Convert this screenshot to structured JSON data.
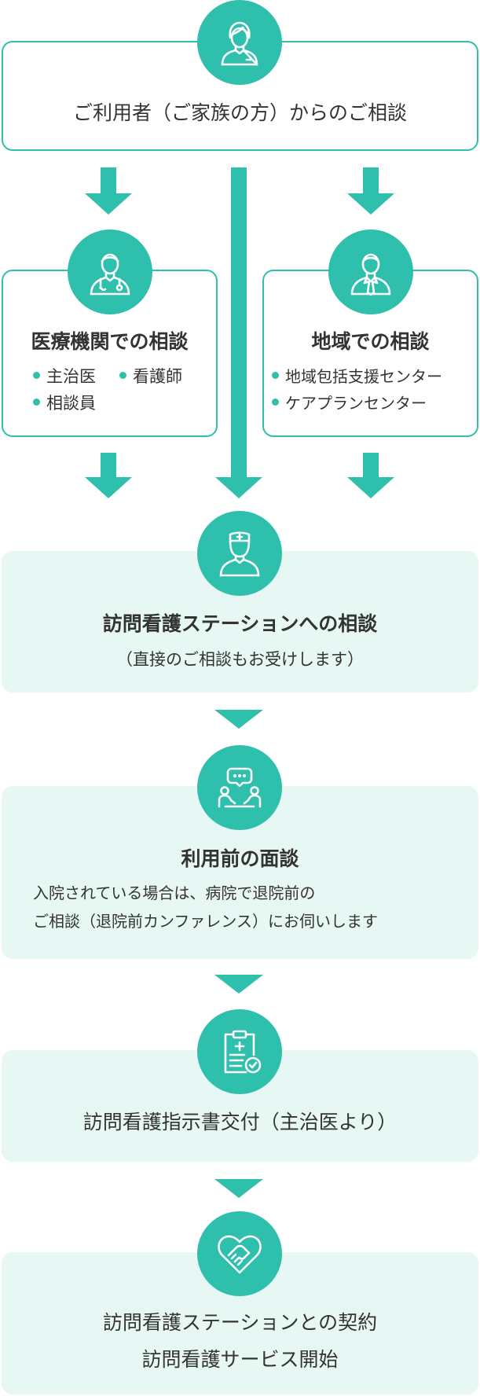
{
  "step1": {
    "title": "ご利用者（ご家族の方）からのご相談",
    "icon": "female-user-icon"
  },
  "medical": {
    "title": "医療機関での相談",
    "icon": "doctor-icon",
    "items": [
      "主治医",
      "看護師",
      "相談員"
    ]
  },
  "community": {
    "title": "地域での相談",
    "icon": "businessman-icon",
    "items": [
      "地域包括支援センター",
      "ケアプランセンター"
    ]
  },
  "station": {
    "title": "訪問看護ステーションへの相談",
    "subtitle": "（直接のご相談もお受けします）",
    "icon": "nurse-icon"
  },
  "interview": {
    "title": "利用前の面談",
    "lines": [
      "入院されている場合は、病院で退院前の",
      "ご相談（退院前カンファレンス）にお伺いします"
    ],
    "icon": "consultation-icon"
  },
  "instruction": {
    "title": "訪問看護指示書交付（主治医より）",
    "icon": "clipboard-check-icon"
  },
  "contract": {
    "lines": [
      "訪問看護ステーションとの契約",
      "訪問看護サービス開始"
    ],
    "icon": "heart-handshake-icon"
  },
  "colors": {
    "accent": "#2fbfad",
    "fill": "#e6f7f4",
    "text": "#333333"
  }
}
